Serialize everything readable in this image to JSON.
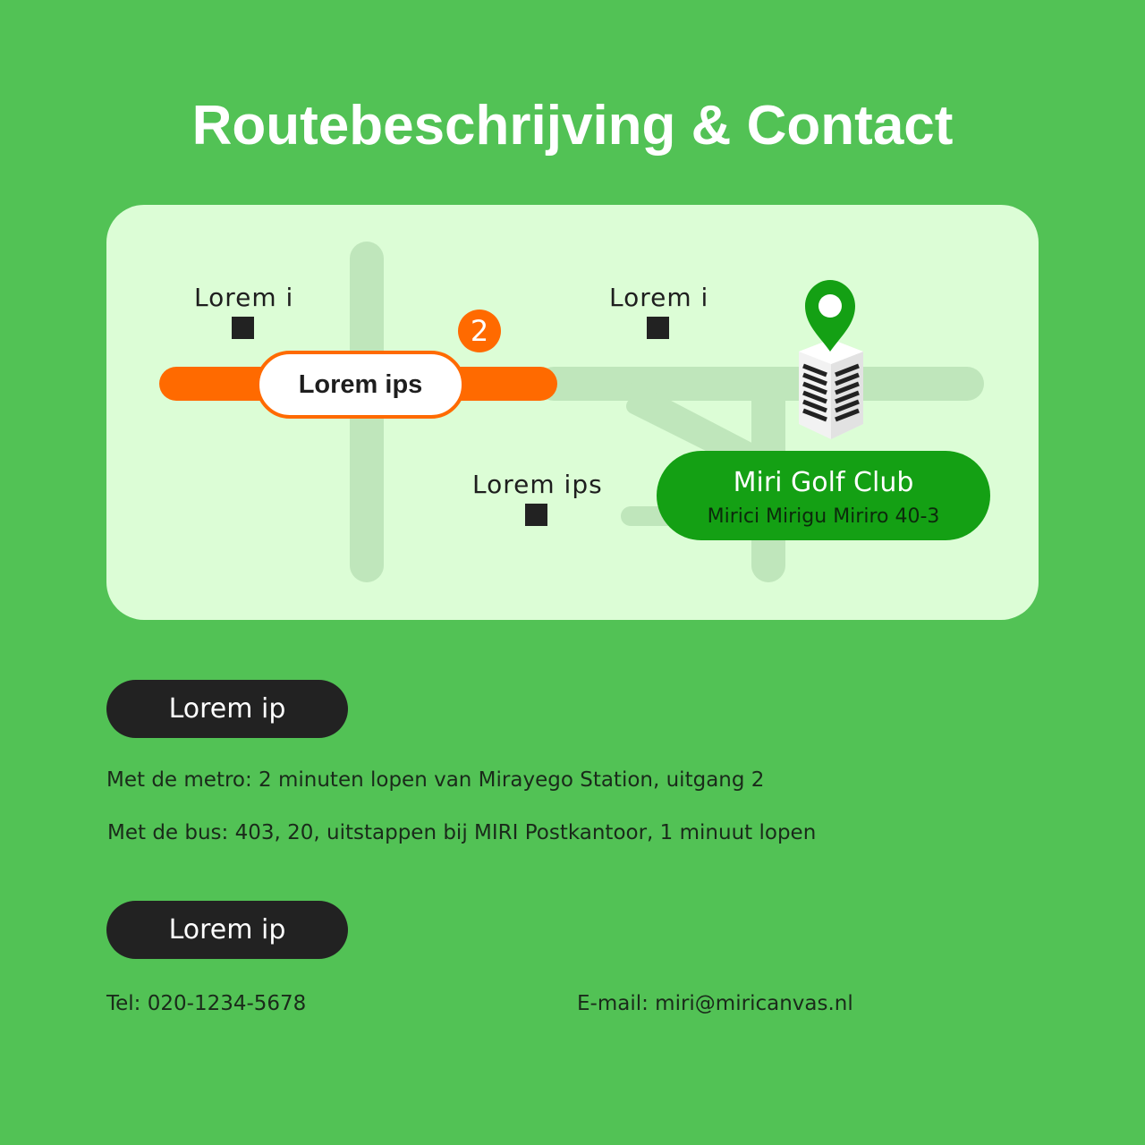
{
  "header": {
    "title": "Routebeschrijving & Contact"
  },
  "map": {
    "landmarks": [
      {
        "label": "Lorem i"
      },
      {
        "label": "Lorem i"
      },
      {
        "label": "Lorem ips"
      }
    ],
    "station": {
      "label": "Lorem ips",
      "exit_number": "2"
    },
    "destination": {
      "name": "Miri Golf Club",
      "address": "Mirici Mirigu Miriro 40-3",
      "pin_icon": "location-pin-icon",
      "building_icon": "office-building-icon"
    },
    "colors": {
      "road": "#bfe6bb",
      "metro_line": "#ff6a00",
      "pin": "#14a014",
      "map_background": "#dcfdd6"
    }
  },
  "directions": {
    "heading": "Lorem ip",
    "lines": [
      "Met de metro: 2 minuten lopen van Mirayego Station, uitgang 2",
      "Met de bus: 403, 20, uitstappen bij MIRI Postkantoor, 1 minuut lopen"
    ]
  },
  "contact": {
    "heading": "Lorem ip",
    "phone": "Tel: 020-1234-5678",
    "email": "E-mail: miri@miricanvas.nl"
  },
  "colors": {
    "page_background": "#52c255",
    "pill_dark": "#222222"
  }
}
